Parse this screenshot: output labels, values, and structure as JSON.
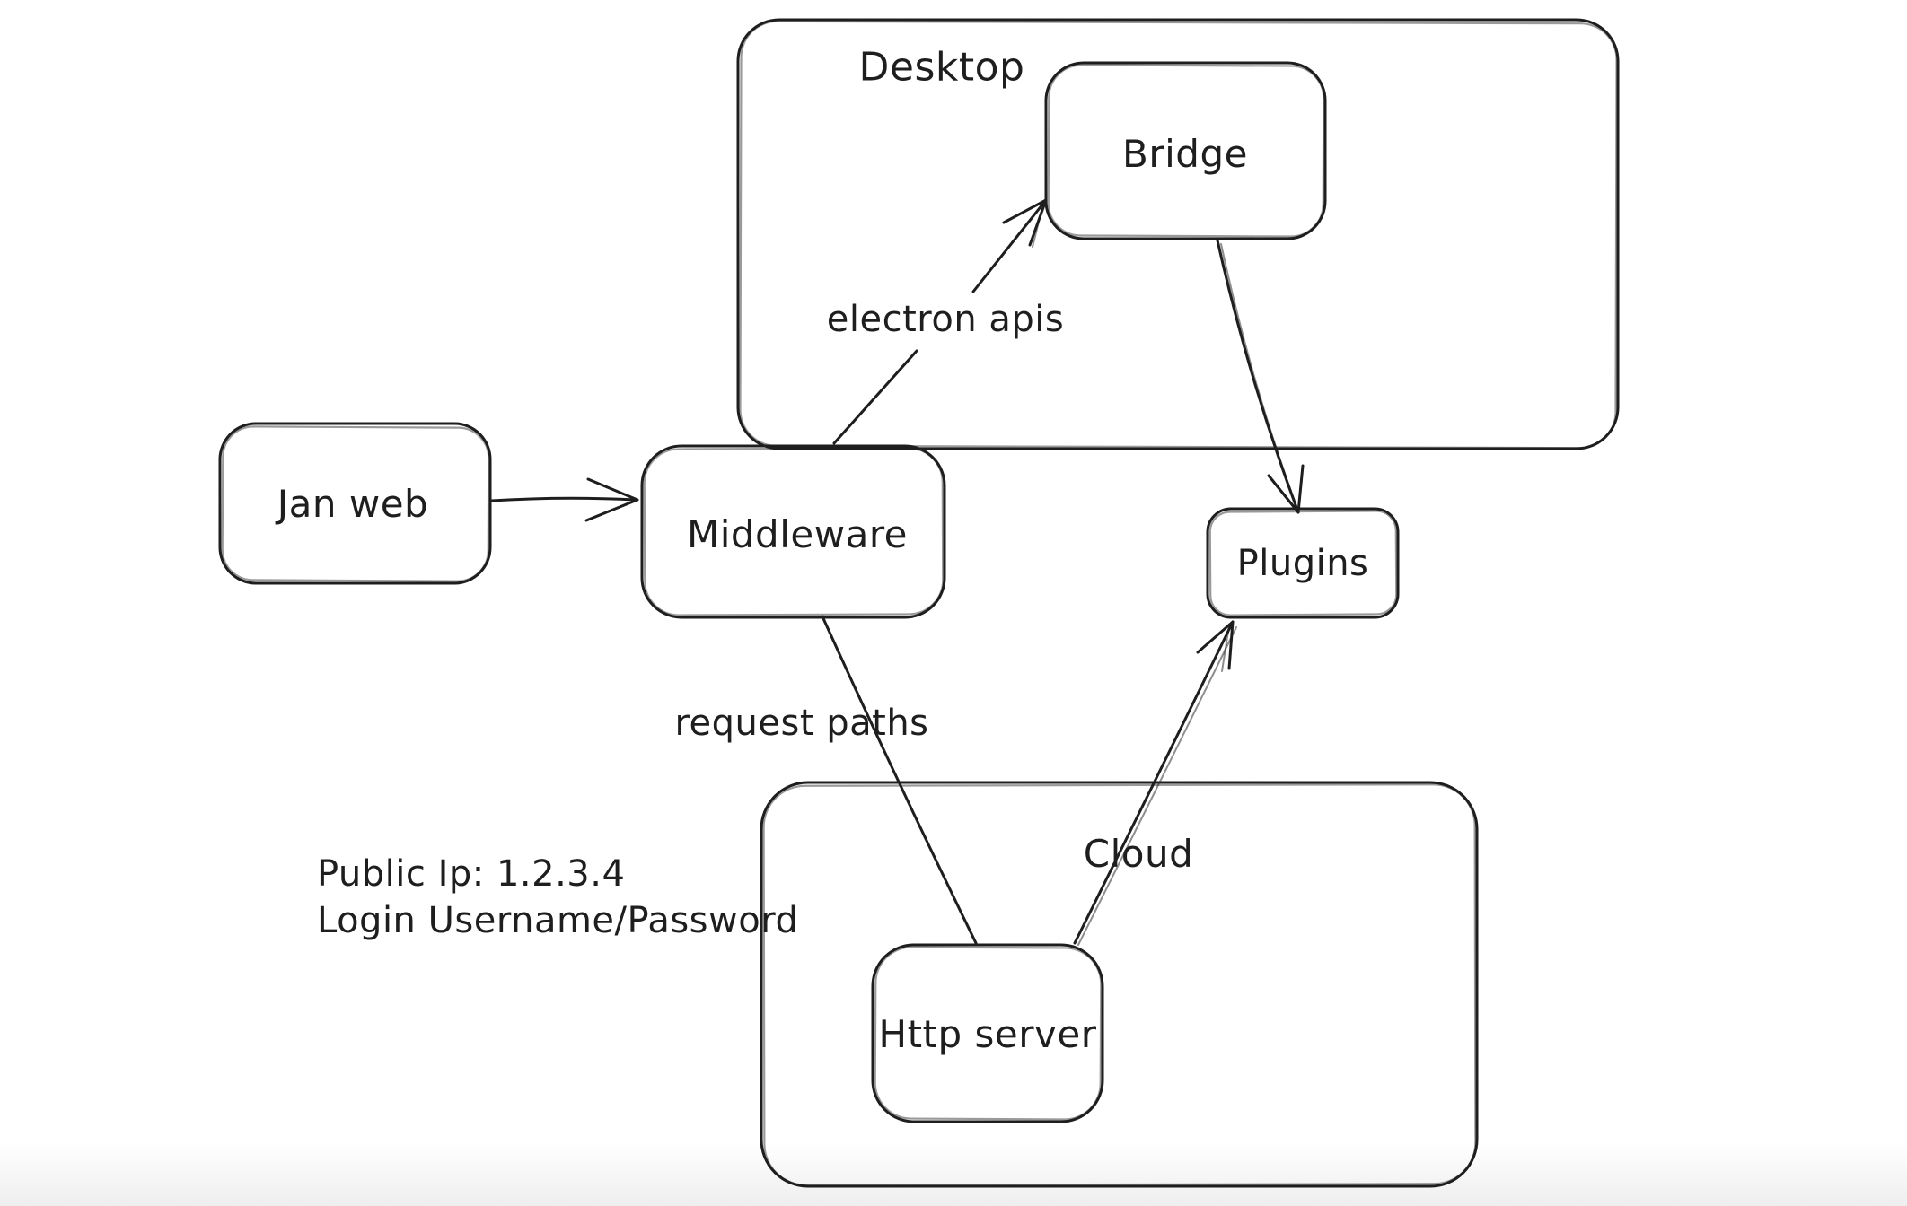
{
  "canvas": {
    "background_color": "#ffffff",
    "stroke_color": "#1e1e1e"
  },
  "containers": [
    {
      "label": "Desktop"
    },
    {
      "label": "Cloud"
    }
  ],
  "nodes": [
    {
      "label": "Jan web"
    },
    {
      "label": "Middleware"
    },
    {
      "label": "Bridge"
    },
    {
      "label": "Plugins"
    },
    {
      "label": "Http server"
    }
  ],
  "edges": [
    {
      "from": "Jan web",
      "to": "Middleware",
      "label": ""
    },
    {
      "from": "Middleware",
      "to": "Bridge",
      "label": "electron apis"
    },
    {
      "from": "Bridge",
      "to": "Plugins",
      "label": ""
    },
    {
      "from": "Middleware",
      "to": "Http server",
      "label": "request paths"
    },
    {
      "from": "Http server",
      "to": "Plugins",
      "label": ""
    }
  ],
  "annotation": {
    "line1": "Public Ip: 1.2.3.4",
    "line2": "Login Username/Password"
  }
}
